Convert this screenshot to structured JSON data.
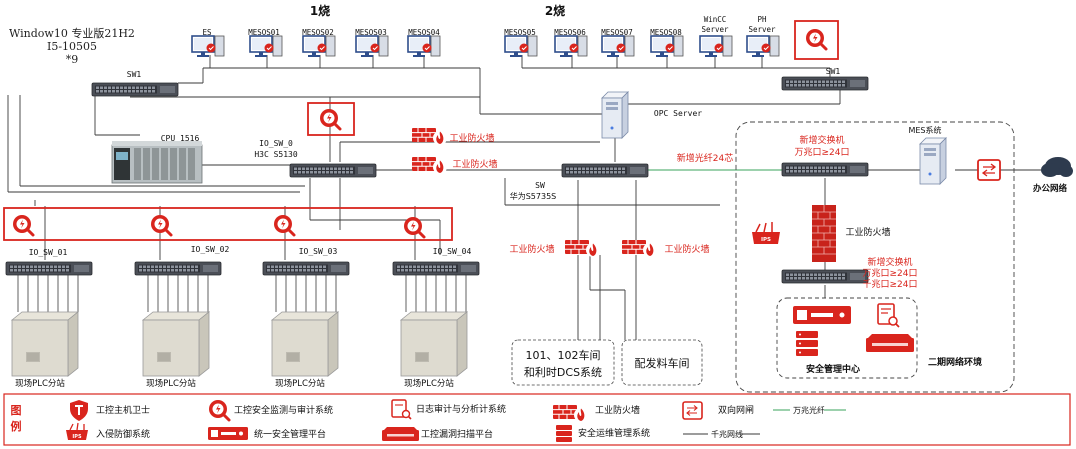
{
  "zones": {
    "zone1_label": "1烧",
    "zone2_label": "2烧",
    "host_info_line1": "Window10 专业版21H2",
    "host_info_line2": "I5-10505",
    "host_info_line3": "*9"
  },
  "workstations_z1": [
    "ES",
    "MESOS01",
    "MESOS02",
    "MESOS03",
    "MESOS04"
  ],
  "workstations_z2": [
    "MESOS05",
    "MESOS06",
    "MESOS07",
    "MESOS08"
  ],
  "servers_z2": {
    "wincc_line1": "WinCC",
    "wincc_line2": "Server",
    "ph_line1": "PH",
    "ph_line2": "Server"
  },
  "switches": {
    "sw1_left": "SW1",
    "sw1_right": "SW1",
    "io_sw0_line1": "IO_SW_0",
    "io_sw0_line2": "H3C S5130",
    "core_line1": "SW",
    "core_line2": "华为S5735S",
    "io_sw_01": "IO_SW_01",
    "io_sw_02": "IO_SW_02",
    "io_sw_03": "IO_SW_03",
    "io_sw_04": "IO_SW_04"
  },
  "cpu_label": "CPU 1516",
  "opc_server_label": "OPC Server",
  "firewalls": {
    "fw1": "工业防火墙",
    "fw2": "工业防火墙",
    "fw3": "工业防火墙",
    "fw4": "工业防火墙",
    "fw_mes": "工业防火墙"
  },
  "fiber_label": "新增光纤24芯",
  "new_switch_top_line1": "新增交换机",
  "new_switch_top_line2": "万兆口≥24口",
  "new_switch_bottom_line1": "新增交换机",
  "new_switch_bottom_line2": "万兆口≥24口",
  "new_switch_bottom_line3": "千兆口≥24口",
  "mes_system_label": "MES系统",
  "office_network_label": "办公网络",
  "security_center_label": "安全管理中心",
  "phase2_label": "二期网络环境",
  "plc_station_label": "现场PLC分站",
  "dcs_box": {
    "line1": "101、102车间",
    "line2": "和利时DCS系统"
  },
  "feed_box_label": "配发料车间",
  "legend": {
    "title_line1": "图",
    "title_line2": "例",
    "host_guard": "工控主机卫士",
    "audit": "工控安全监测与审计系统",
    "log_audit": "日志审计与分析计系统",
    "firewall": "工业防火墙",
    "gap": "双向网闸",
    "tenG_fiber": "万兆光纤",
    "ips": "入侵防御系统",
    "unified_mgmt": "统一安全管理平台",
    "vuln_scan": "工控漏洞扫描平台",
    "ops_mgmt": "安全运维管理系统",
    "gig_line": "千兆网线"
  },
  "colors": {
    "accent": "#d9251d",
    "line": "#3a3a3a",
    "green": "#3aa35b"
  }
}
